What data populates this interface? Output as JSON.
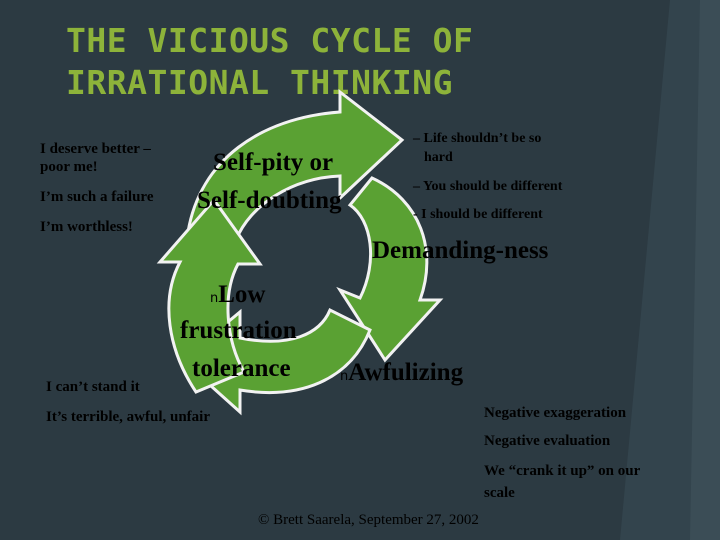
{
  "title": {
    "line1": "THE VICIOUS CYCLE OF",
    "line2": "IRRATIONAL THINKING"
  },
  "self_pity": {
    "examples": [
      "I deserve better –",
      "poor me!",
      "I’m such a failure",
      "I’m worthless!"
    ],
    "label_line1": "Self-pity or",
    "label_line2": "Self-doubting"
  },
  "demanding": {
    "examples": [
      "– Life shouldn’t be so",
      "hard",
      "– You should be different",
      "- I should be different"
    ],
    "label": "Demanding-ness"
  },
  "low_frustration": {
    "bullet": "n",
    "label_line1": "Low",
    "label_line2": "frustration",
    "label_line3": "tolerance",
    "examples": [
      "I can’t stand it",
      "It’s terrible, awful, unfair"
    ]
  },
  "awfulizing": {
    "bullet": "n",
    "label": "Awfulizing",
    "examples": [
      "Negative exaggeration",
      "Negative evaluation",
      "We “crank it up” on our",
      "scale"
    ]
  },
  "credit": "© Brett Saarela, September 27, 2002",
  "colors": {
    "background": "#2c3a42",
    "title": "#8db33a",
    "arrow": "#5aa133",
    "accent": "#6fae3a"
  }
}
